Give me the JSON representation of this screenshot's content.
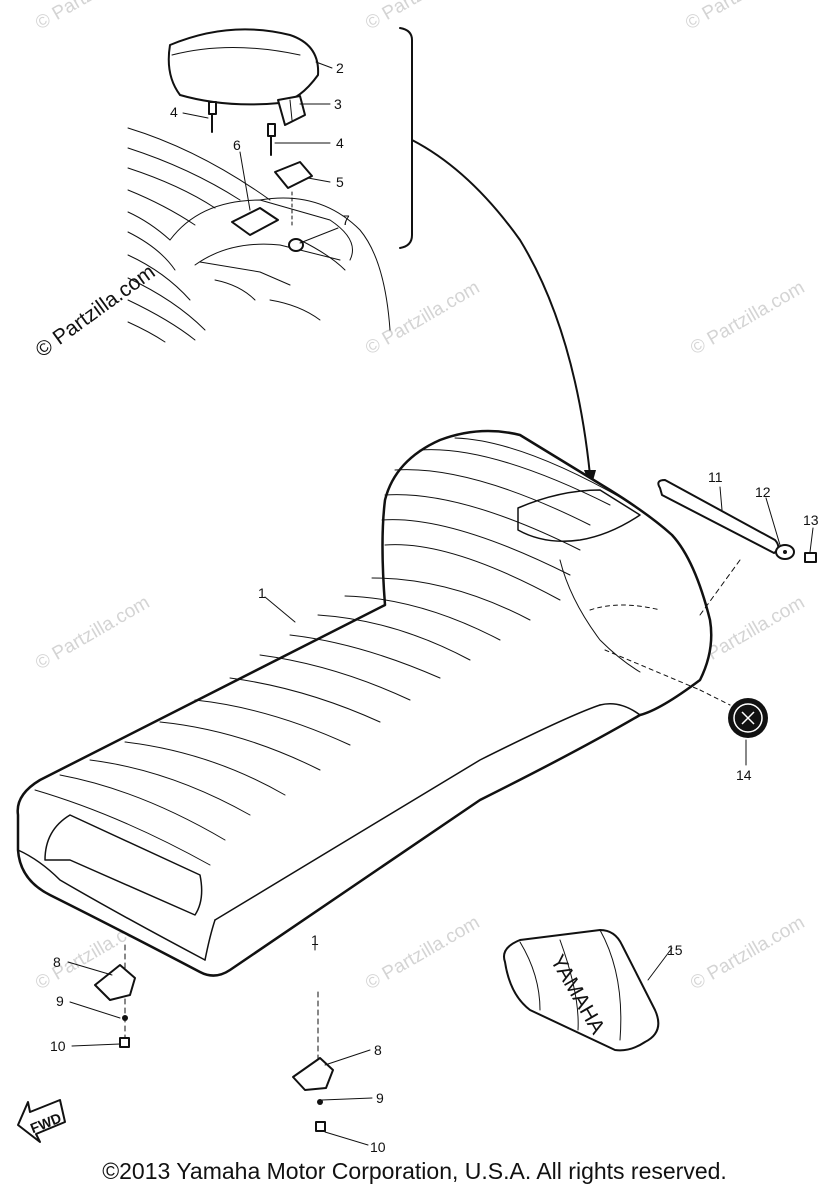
{
  "watermark": "© Partzilla.com",
  "brand_watermark": "© Partzilla.com",
  "fwd_label": "FWD",
  "logo_text": "YAMAHA",
  "copyright": "©2013 Yamaha Motor Corporation, U.S.A. All rights reserved.",
  "callouts": {
    "c1": "1",
    "c1b": "1",
    "c2": "2",
    "c3": "3",
    "c4a": "4",
    "c4b": "4",
    "c5": "5",
    "c6": "6",
    "c7": "7",
    "c8a": "8",
    "c8b": "8",
    "c9a": "9",
    "c9b": "9",
    "c10a": "10",
    "c10b": "10",
    "c11": "11",
    "c12": "12",
    "c13": "13",
    "c14": "14",
    "c15": "15"
  }
}
